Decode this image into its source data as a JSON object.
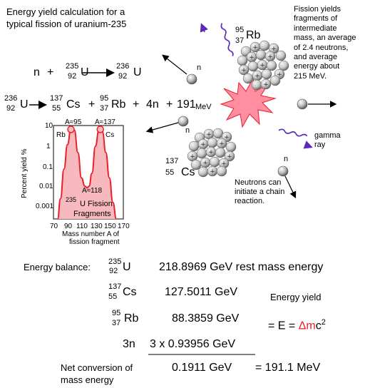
{
  "header": {
    "title_line1": "Energy yield calculation for a",
    "title_line2": "typical fission of uranium-235"
  },
  "reaction1": {
    "neutron": "n",
    "plus": "+",
    "u_mass": "235",
    "u_z": "92",
    "u_sym": "U",
    "u2_mass": "236",
    "u2_z": "92",
    "u2_sym": "U"
  },
  "reaction2": {
    "u_mass": "236",
    "u_z": "92",
    "u_sym": "U",
    "cs_mass": "137",
    "cs_z": "55",
    "cs_sym": "Cs",
    "plus1": "+",
    "rb_mass": "95",
    "rb_z": "37",
    "rb_sym": "Rb",
    "plus2": "+",
    "neutrons": "4n",
    "plus3": "+",
    "energy": "191",
    "energy_unit": "MeV"
  },
  "diagram": {
    "rb_mass": "95",
    "rb_z": "37",
    "rb_sym": "Rb",
    "cs_mass": "137",
    "cs_z": "55",
    "cs_sym": "Cs",
    "n1": "n",
    "n2": "n",
    "n3": "n",
    "fission_note": [
      "Fission yields",
      "fragments of",
      "intermediate",
      "mass, an average",
      "of 2.4 neutrons,",
      "and average",
      "energy about",
      "215 MeV."
    ],
    "gamma_label": [
      "gamma",
      "ray"
    ],
    "chain_note": [
      "Neutrons can",
      "initiate a chain",
      "reaction."
    ]
  },
  "chart_data": {
    "type": "area",
    "title_line1_mass": "235",
    "title_line1": "U Fission",
    "title_line2": "Fragments",
    "ylabel": "Percent yield %",
    "xlabel_line1": "Mass number A of",
    "xlabel_line2": "fission fragment",
    "x_ticks": [
      "70",
      "90",
      "110",
      "130",
      "150",
      "170"
    ],
    "y_ticks": [
      "10",
      "1",
      "0.1",
      "0.01",
      "0.001"
    ],
    "xlim": [
      70,
      170
    ],
    "ylim_log10": [
      -3.5,
      1
    ],
    "annotations": [
      "Rb",
      "Cs",
      "A≈95",
      "A≈137",
      "A≈118"
    ],
    "x": [
      76,
      80,
      85,
      90,
      95,
      100,
      105,
      110,
      115,
      118,
      121,
      125,
      130,
      135,
      137,
      140,
      145,
      150,
      155,
      160
    ],
    "y": [
      0.0003,
      0.003,
      0.08,
      1.2,
      6.5,
      6.0,
      0.5,
      0.03,
      0.012,
      0.01,
      0.012,
      0.05,
      1.0,
      6.0,
      6.5,
      5.0,
      0.5,
      0.03,
      0.002,
      0.0003
    ],
    "fill_color": "#f7b9bd",
    "line_color": "#e8202a"
  },
  "balance": {
    "label": "Energy balance:",
    "rows": [
      {
        "mass": "235",
        "z": "92",
        "sym": "U",
        "value": "218.8969 GeV rest mass energy"
      },
      {
        "mass": "137",
        "z": "55",
        "sym": "Cs",
        "value": "127.5011 GeV"
      },
      {
        "mass": "95",
        "z": "37",
        "sym": "Rb",
        "value": "88.3859  GeV"
      },
      {
        "sym": "3n",
        "value": "3 x 0.93956  GeV"
      }
    ],
    "net_line1": "Net conversion of",
    "net_line2": "mass energy",
    "net_value": "0.1911  GeV",
    "net_result": "= 191.1 MeV",
    "yield_label": "Energy yield",
    "formula_prefix": "= E = ",
    "formula_delta": "Δm",
    "formula_c": "c",
    "formula_exp": "2"
  }
}
